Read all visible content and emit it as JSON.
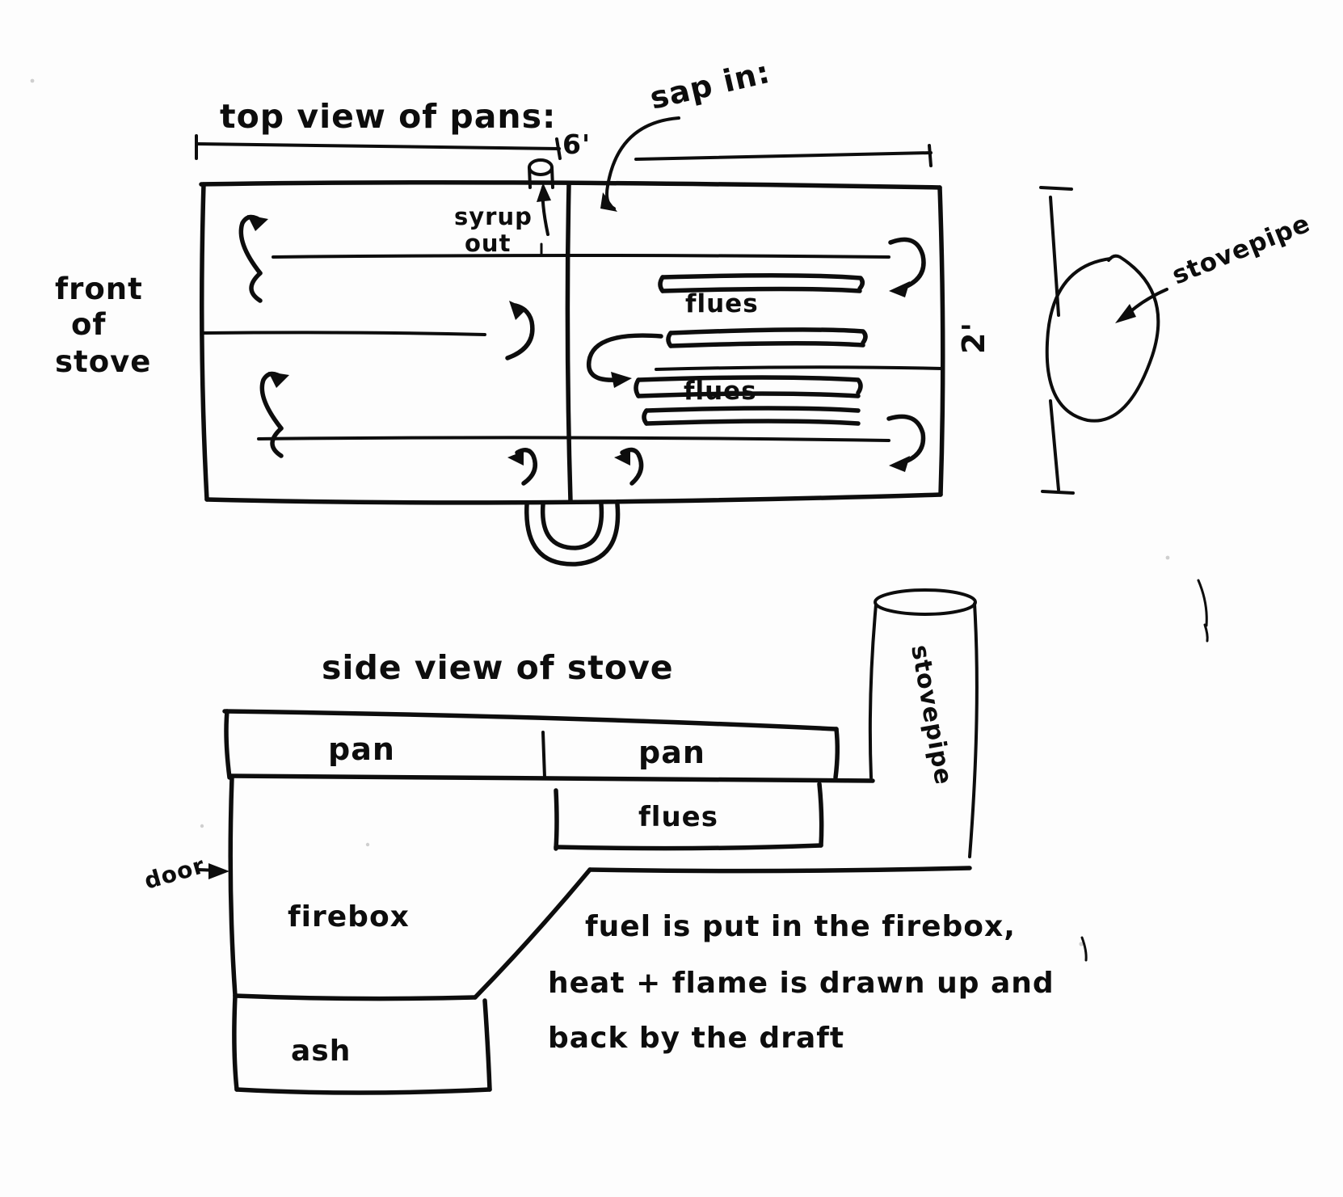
{
  "document": {
    "kind": "hand-drawn sketch",
    "subject": "maple syrup evaporator stove",
    "ink_color": "#0d0d0d",
    "paper_color": "#fdfdfd"
  },
  "top_view": {
    "title": "top view of pans:",
    "dimensions": {
      "width_label": "6'",
      "depth_label": "2'"
    },
    "labels": {
      "front_of_stove_line1": "front",
      "front_of_stove_line2": "of",
      "front_of_stove_line3": "stove",
      "syrup_out_line1": "syrup",
      "syrup_out_line2": "out",
      "sap_in": "sap in:",
      "flues_upper": "flues",
      "flues_lower": "flues",
      "stovepipe": "stovepipe"
    }
  },
  "side_view": {
    "title": "side view of stove",
    "labels": {
      "pan_left": "pan",
      "pan_right": "pan",
      "flues": "flues",
      "firebox": "firebox",
      "ash": "ash",
      "door": "door",
      "stovepipe": "stovepipe"
    },
    "note": {
      "line1": "fuel is put in the firebox,",
      "line2": "heat + flame is drawn up and",
      "line3": "back by the draft"
    }
  }
}
